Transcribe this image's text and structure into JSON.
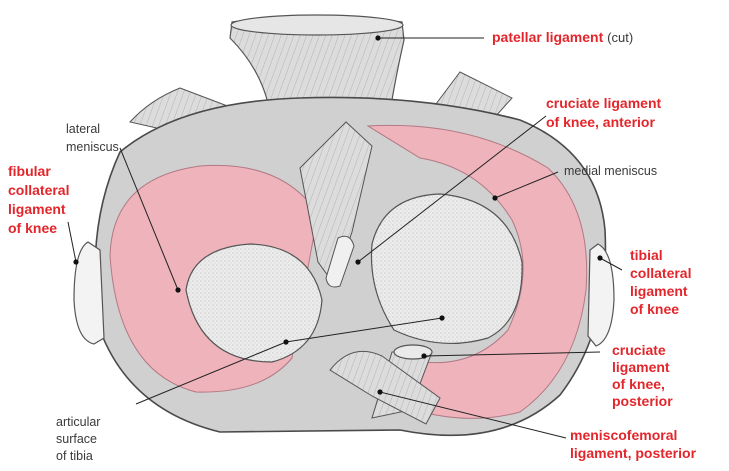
{
  "labels": {
    "patellar_ligament": "patellar ligament",
    "patellar_ligament_suffix": "(cut)",
    "cruciate_anterior": "cruciate ligament\nof knee, anterior",
    "medial_meniscus": "medial meniscus",
    "lateral_meniscus": "lateral\nmeniscus",
    "fibular_collateral": "fibular\ncollateral\nligament\nof knee",
    "tibial_collateral": "tibial\ncollateral\nligament\nof knee",
    "cruciate_posterior": "cruciate\nligament\nof knee,\nposterior",
    "articular_surface": "articular\nsurface\nof tibia",
    "meniscofemoral": "meniscofemoral\nligament, posterior"
  },
  "colors": {
    "label_red": "#e3262b",
    "label_gray": "#3a3a3a",
    "meniscus_pink": "#eeb3bb",
    "bone_gray": "#d3d3d3",
    "surface_light": "#eeeeee",
    "outline": "#4a4a4a"
  }
}
